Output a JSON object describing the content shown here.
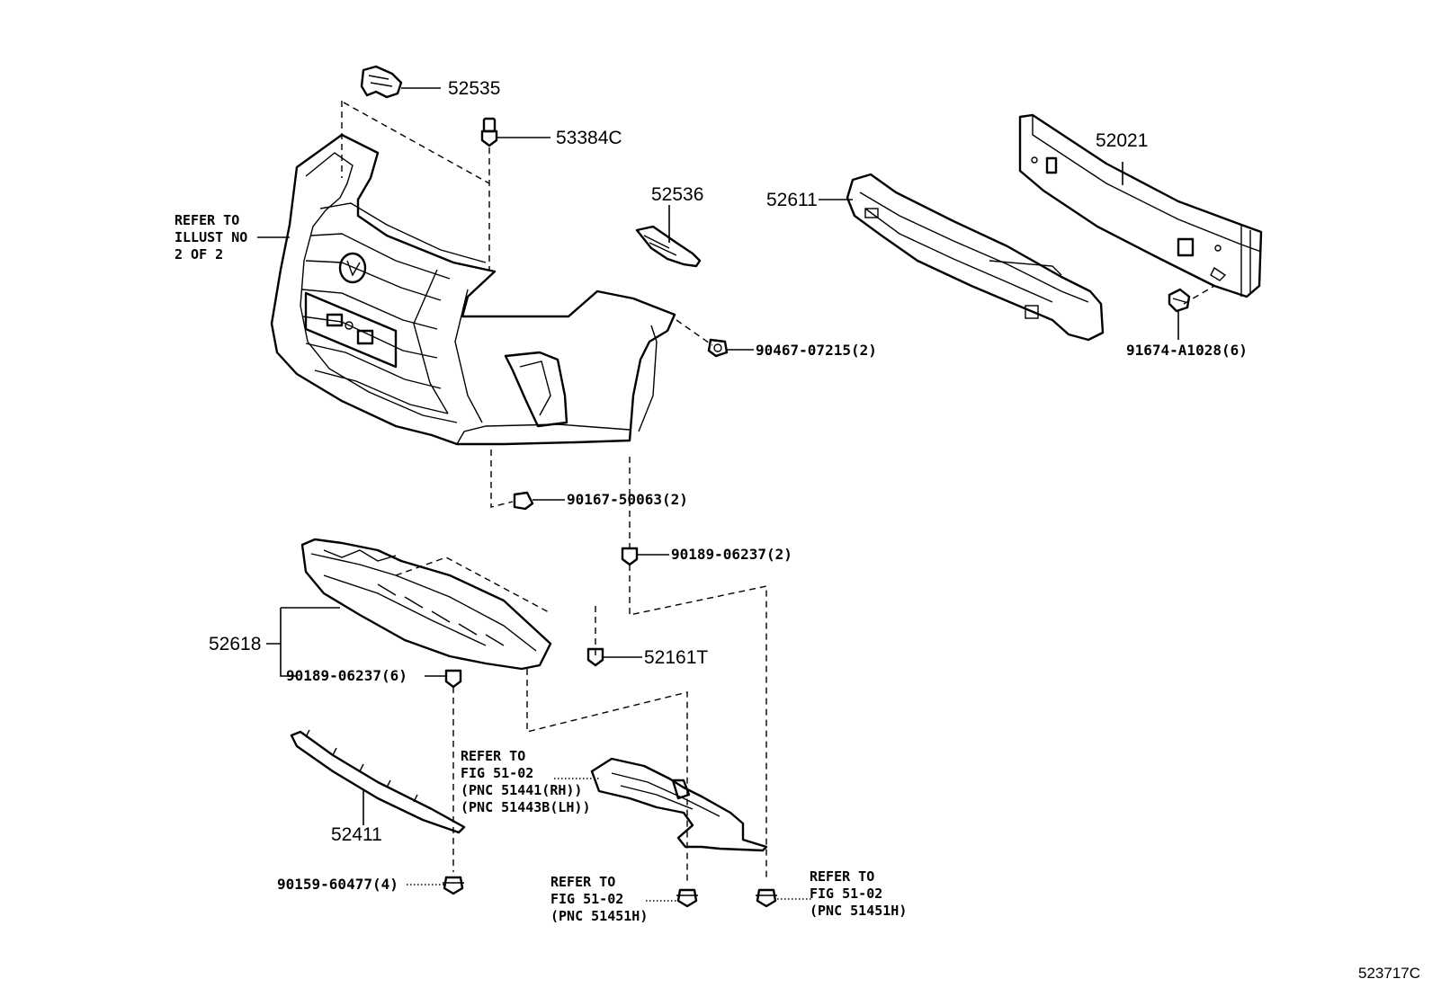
{
  "parts": {
    "p52535": "52535",
    "p53384c": "53384C",
    "p52536": "52536",
    "p52611": "52611",
    "p52021": "52021",
    "p90467": "90467-07215(2)",
    "p91674": "91674-A1028(6)",
    "p90167": "90167-50063(2)",
    "p90189a": "90189-06237(2)",
    "p52618": "52618",
    "p90189b": "90189-06237(6)",
    "p52161t": "52161T",
    "p52411": "52411",
    "p90159": "90159-60477(4)"
  },
  "refs": {
    "illust": [
      "REFER TO",
      "ILLUST NO",
      "2 OF 2"
    ],
    "fig_cover": [
      "REFER TO",
      "FIG 51-02",
      "(PNC 51441(RH))",
      "(PNC 51443B(LH))"
    ],
    "fig_bolt_left": [
      "REFER TO",
      "FIG 51-02",
      "(PNC 51451H)"
    ],
    "fig_bolt_right": [
      "REFER TO",
      "FIG 51-02",
      "(PNC 51451H)"
    ]
  },
  "figure_id": "523717C"
}
